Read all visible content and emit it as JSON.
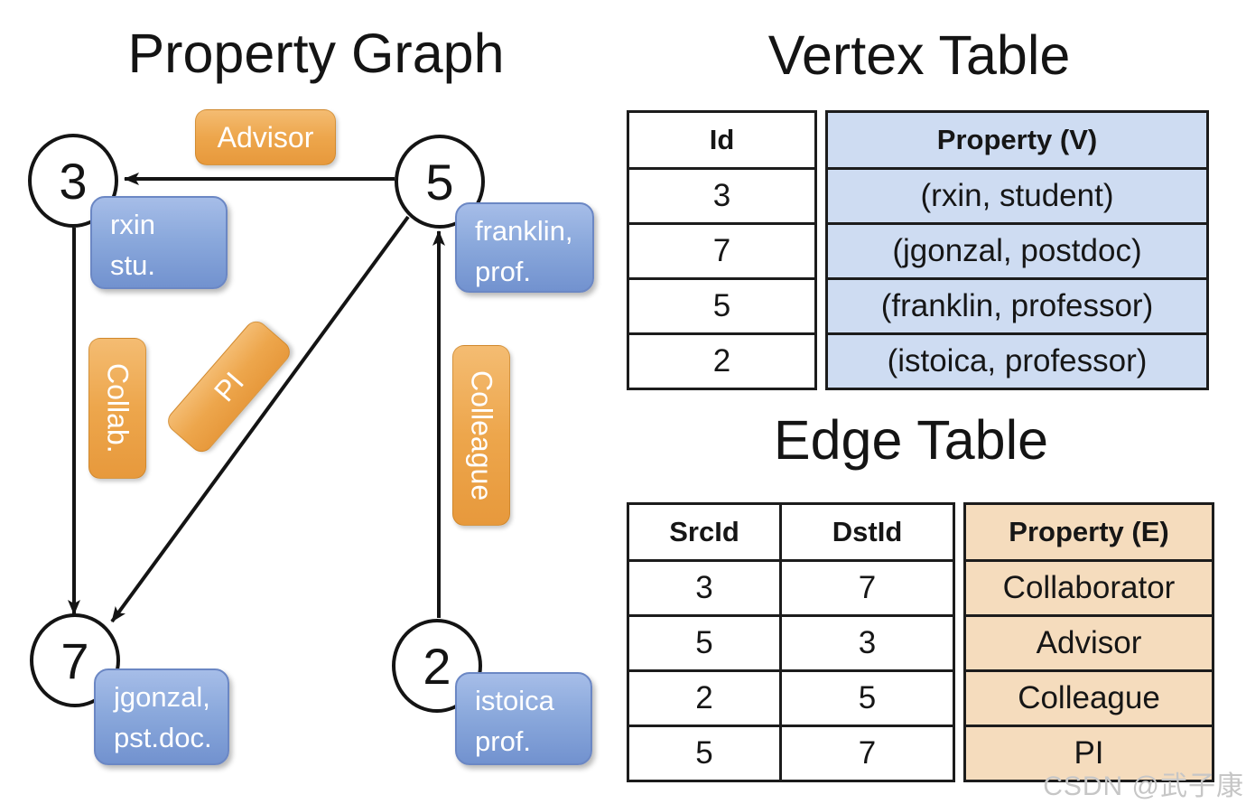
{
  "graph": {
    "title": "Property Graph",
    "nodes": [
      {
        "id": "3",
        "property": {
          "line1": "rxin",
          "line2": "stu."
        }
      },
      {
        "id": "5",
        "property": {
          "line1": "franklin,",
          "line2": "prof."
        }
      },
      {
        "id": "7",
        "property": {
          "line1": "jgonzal,",
          "line2": "pst.doc."
        }
      },
      {
        "id": "2",
        "property": {
          "line1": "istoica",
          "line2": "prof."
        }
      }
    ],
    "edges": [
      {
        "label": "Advisor",
        "from": "5",
        "to": "3"
      },
      {
        "label": "Collab.",
        "from": "3",
        "to": "7"
      },
      {
        "label": "PI",
        "from": "5",
        "to": "7"
      },
      {
        "label": "Colleague",
        "from": "2",
        "to": "5"
      }
    ]
  },
  "vertex_table": {
    "title": "Vertex Table",
    "columns": {
      "id": "Id",
      "property": "Property (V)"
    },
    "rows": [
      {
        "id": "3",
        "property": "(rxin, student)"
      },
      {
        "id": "7",
        "property": "(jgonzal, postdoc)"
      },
      {
        "id": "5",
        "property": "(franklin, professor)"
      },
      {
        "id": "2",
        "property": "(istoica, professor)"
      }
    ]
  },
  "edge_table": {
    "title": "Edge Table",
    "columns": {
      "src": "SrcId",
      "dst": "DstId",
      "property": "Property (E)"
    },
    "rows": [
      {
        "src": "3",
        "dst": "7",
        "property": "Collaborator"
      },
      {
        "src": "5",
        "dst": "3",
        "property": "Advisor"
      },
      {
        "src": "2",
        "dst": "5",
        "property": "Colleague"
      },
      {
        "src": "5",
        "dst": "7",
        "property": "PI"
      }
    ]
  },
  "watermark": {
    "text": "CSDN @武子康"
  },
  "colors": {
    "node_property_blue": "#7e9cd6",
    "edge_label_orange": "#eda74e",
    "vertex_property_bg": "#cedcf2",
    "edge_property_bg": "#f5dcbd",
    "line_black": "#141414"
  }
}
